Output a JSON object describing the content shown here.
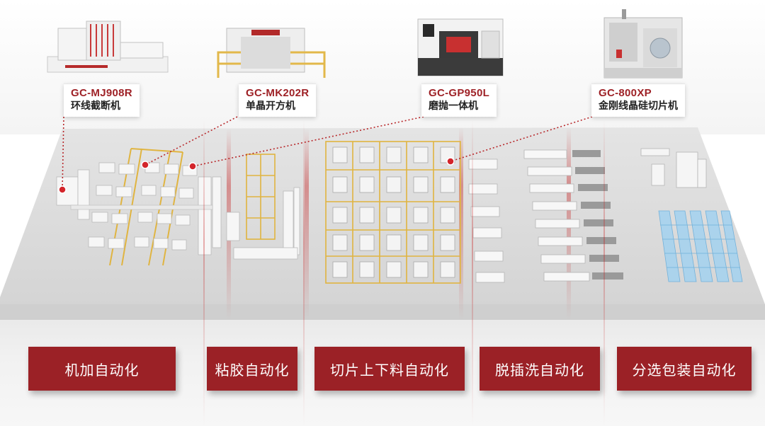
{
  "machines": [
    {
      "model": "GC-MJ908R",
      "name": "环线截断机"
    },
    {
      "model": "GC-MK202R",
      "name": "单晶开方机"
    },
    {
      "model": "GC-GP950L",
      "name": "磨抛一体机"
    },
    {
      "model": "GC-800XP",
      "name": "金刚线晶硅切片机"
    }
  ],
  "categories": [
    {
      "label": "机加自动化"
    },
    {
      "label": "粘胶自动化"
    },
    {
      "label": "切片上下料自动化"
    },
    {
      "label": "脱插洗自动化"
    },
    {
      "label": "分选包装自动化"
    }
  ],
  "colors": {
    "brand": "#9b2126",
    "marker": "#d3252b",
    "rail": "#e2b84a",
    "rack": "#8fc6e8",
    "floor": "#d9d9d9"
  }
}
